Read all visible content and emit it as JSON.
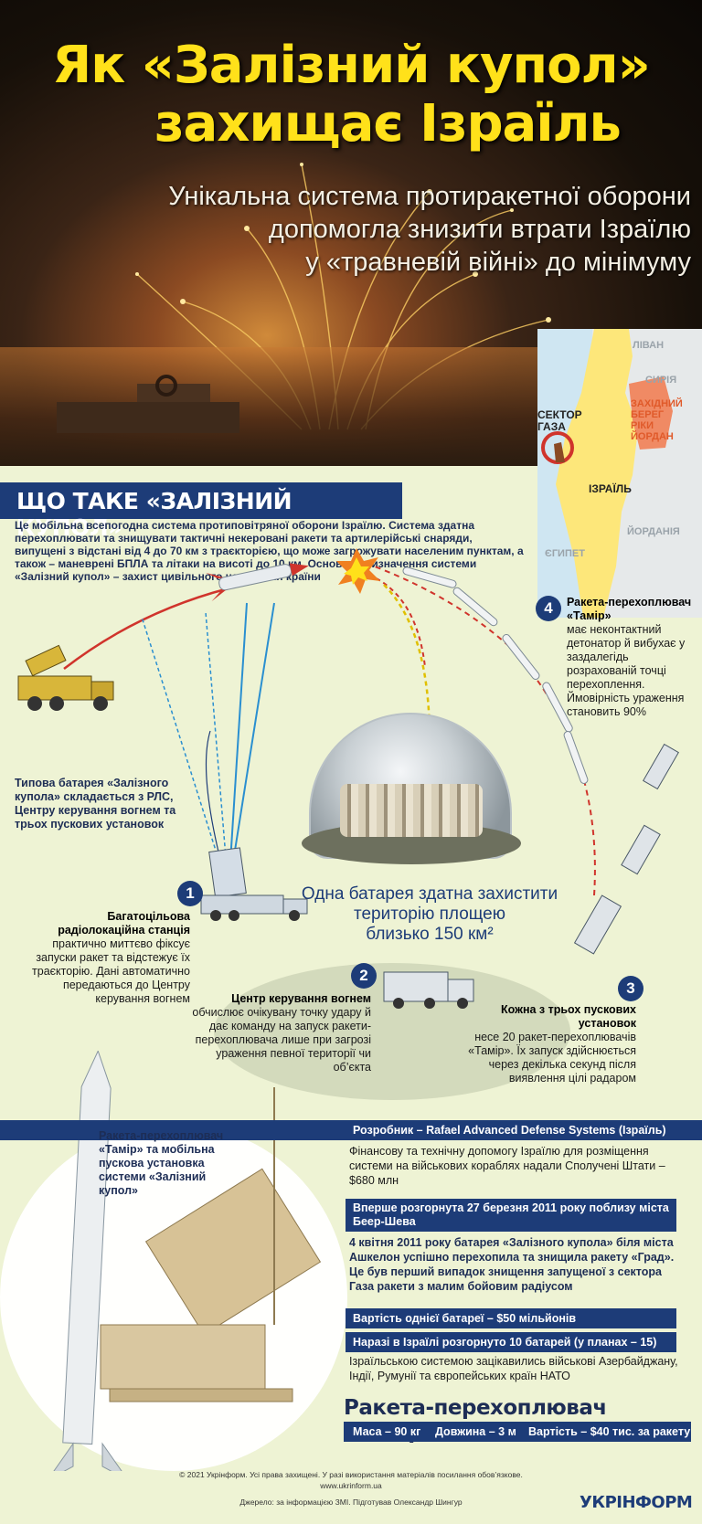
{
  "header": {
    "title_line1": "Як «Залізний купол»",
    "title_line2": "захищає Ізраїль",
    "subtitle_line1": "Унікальна система  протиракетної оборони",
    "subtitle_line2": "допомогла знизити  втрати Ізраїлю",
    "subtitle_line3": "у «травневій війні»  до мінімуму"
  },
  "map": {
    "lebanon": "ЛІВАН",
    "syria": "СИРІЯ",
    "west_bank": "ЗАХІДНИЙ БЕРЕГ РІКИ ЙОРДАН",
    "gaza": "СЕКТОР ГАЗА",
    "israel": "ІЗРАЇЛЬ",
    "jordan": "ЙОРДАНІЯ",
    "egypt": "ЄГИПЕТ"
  },
  "section": {
    "title": "ЩО ТАКЕ «ЗАЛІЗНИЙ КУПОЛ»",
    "intro": "Це мобільна всепогодна система протиповітряної оборони Ізраїлю. Система здатна перехоплювати та знищувати тактичні некеровані ракети та артилерійські снаряди, випущені з відстані від 4 до 70 км з траєкторією, що може загрожувати населеним пунктам, а також – маневрені БПЛА та літаки на висоті до 10 км. Основне призначення системи «Залізний купол» – захист цивільного населення країни"
  },
  "diagram": {
    "battery_label": "Типова батарея «Залізного купола» складається з РЛС, Центру керування вогнем та трьох пускових установок",
    "dome_caption_1": "Одна батарея здатна захистити",
    "dome_caption_2": "територію площею",
    "dome_caption_3": "близько 150 км²",
    "step1_num": "1",
    "step1_title": "Багатоцільова радіолокаційна станція",
    "step1_text": "практично миттєво фіксує запуски ракет та відстежує їх траєкторію. Дані автоматично передаються до Центру керування вогнем",
    "step2_num": "2",
    "step2_title": "Центр керування вогнем",
    "step2_text": "обчислює очікувану точку удару й дає команду на запуск ракети-перехоплювача лише при загрозі ураження певної території чи об’єкта",
    "step3_num": "3",
    "step3_title": "Кожна з трьох пускових установок",
    "step3_text": "несе 20 ракет-перехоплювачів «Тамір». Їх запуск здійснюється через декілька секунд після виявлення цілі радаром",
    "step4_num": "4",
    "step4_title": "Ракета-перехоплювач «Тамір»",
    "step4_text": "має неконтактний детонатор й вибухає у заздалегідь розрахованій точці перехоплення. Ймовірність ураження становить 90%"
  },
  "missile_label": "Ракета-перехоплювач «Тамір» та мобільна пускова установка системи «Залізний купол»",
  "facts": {
    "developer": "Розробник – Rafael Advanced Defense Systems (Ізраїль)",
    "funding": "Фінансову та технічну допомогу Ізраїлю для розміщення системи на військових кораблях надали Сполучені Штати  – $680 млн",
    "first_deploy": "Вперше розгорнута 27 березня 2011 року поблизу міста Беер-Шева",
    "first_intercept": "4 квітня 2011 року батарея «Залізного купола» біля міста Ашкелон успішно перехопила та знищила ракету «Град». Це був перший випадок знищення запущеної з сектора Газа ракети з малим бойовим радіусом",
    "cost": "Вартість однієї батареї – $50 мільйонів",
    "deployed": "Наразі в Ізраїлі розгорнуто 10 батарей (у планах – 15)",
    "interest": "Ізраїльською системою зацікавились військові Азербайджану, Індії, Румунії та європейських країн НАТО"
  },
  "tamir": {
    "title": "Ракета-перехоплювач «Тамір»",
    "mass": "Маса – 90 кг",
    "length": "Довжина – 3 м",
    "price": "Вартість – $40 тис. за ракету"
  },
  "footer": {
    "copyright": "© 2021 Укрінформ. Усі права захищені. У разі використання матеріалів посилання обов’язкове.",
    "site": "www.ukrinform.ua",
    "source": "Джерело: за інформацією ЗМІ. Підготував Олександр Шингур",
    "logo": "УКРІНФОРМ"
  },
  "colors": {
    "accent_blue": "#1d3c78",
    "title_yellow": "#ffe11a",
    "background": "#eef3d4"
  }
}
